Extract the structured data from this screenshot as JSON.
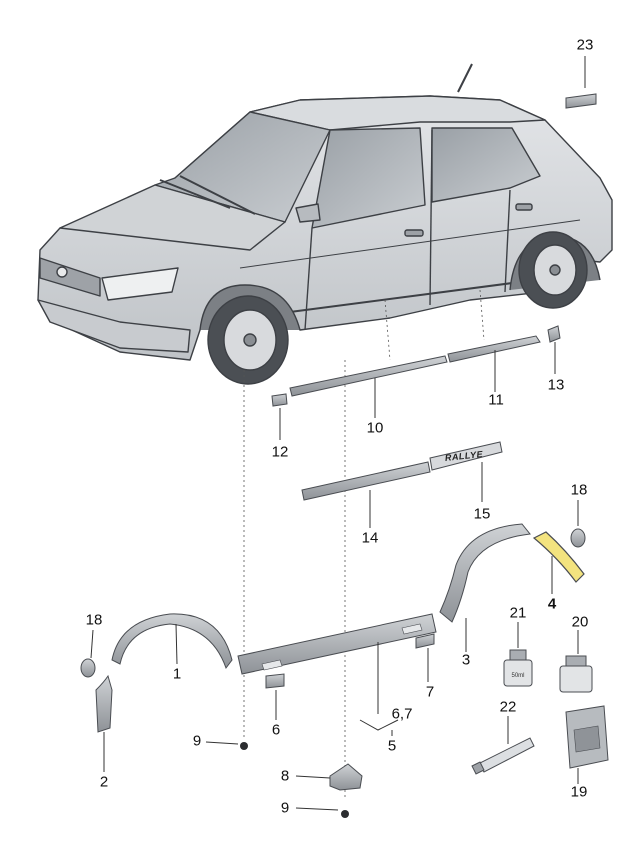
{
  "labels": {
    "l1": "1",
    "l2": "2",
    "l3": "3",
    "l4": "4",
    "l5": "5",
    "l6": "6",
    "l67": "6,7",
    "l7": "7",
    "l8": "8",
    "l9a": "9",
    "l9b": "9",
    "l10": "10",
    "l11": "11",
    "l12": "12",
    "l13": "13",
    "l14": "14",
    "l15": "15",
    "l18a": "18",
    "l18b": "18",
    "l19": "19",
    "l20": "20",
    "l21": "21",
    "l22": "22",
    "l23": "23"
  },
  "badge": "RALLYE",
  "bottle_text": "50ml",
  "colors": {
    "part": "#b9bcc0",
    "stroke": "#4a4d52",
    "car": "#d4d7da",
    "highlight": "#f4e48c"
  }
}
